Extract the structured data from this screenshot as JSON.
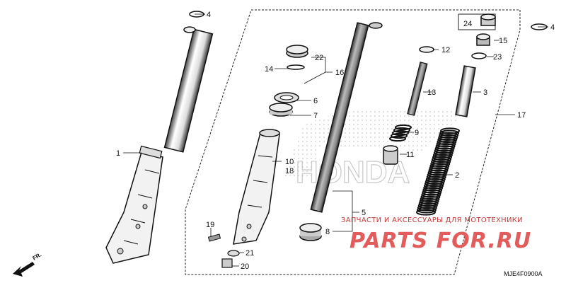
{
  "callouts": [
    {
      "id": "1",
      "label": "1"
    },
    {
      "id": "2",
      "label": "2"
    },
    {
      "id": "3",
      "label": "3"
    },
    {
      "id": "4",
      "label": "4"
    },
    {
      "id": "5",
      "label": "5"
    },
    {
      "id": "6",
      "label": "6"
    },
    {
      "id": "7",
      "label": "7"
    },
    {
      "id": "8",
      "label": "8"
    },
    {
      "id": "9",
      "label": "9"
    },
    {
      "id": "10",
      "label": "10"
    },
    {
      "id": "11",
      "label": "11"
    },
    {
      "id": "12",
      "label": "12"
    },
    {
      "id": "13",
      "label": "13"
    },
    {
      "id": "14",
      "label": "14"
    },
    {
      "id": "15",
      "label": "15"
    },
    {
      "id": "16",
      "label": "16"
    },
    {
      "id": "17",
      "label": "17"
    },
    {
      "id": "18",
      "label": "18"
    },
    {
      "id": "19",
      "label": "19"
    },
    {
      "id": "20",
      "label": "20"
    },
    {
      "id": "21",
      "label": "21"
    },
    {
      "id": "22",
      "label": "22"
    },
    {
      "id": "23",
      "label": "23"
    },
    {
      "id": "24",
      "label": "24"
    }
  ],
  "brand_watermark": "HONDA",
  "watermark": {
    "tagline": "ЗАПЧАСТИ И АКСЕССУАРЫ ДЛЯ МОТОТЕХНИКИ",
    "site": "PARTS FOR.RU"
  },
  "direction_label": "FR.",
  "diagram_code": "MJE4F0900A"
}
